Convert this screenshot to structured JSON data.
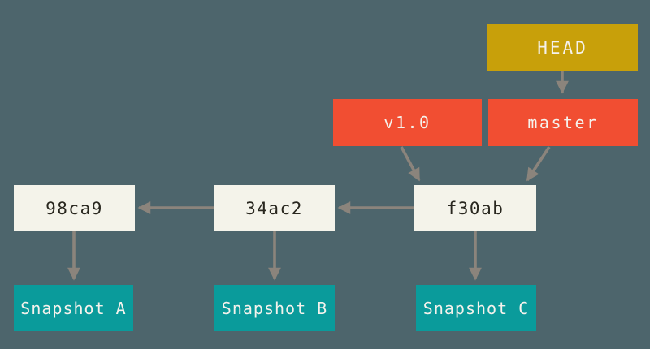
{
  "colors": {
    "background": "#4d656c",
    "head_fill": "#c8a00a",
    "ref_fill": "#f14e32",
    "commit_fill": "#f4f3ea",
    "commit_text": "#29271f",
    "snapshot_fill": "#0a9b9b",
    "label_text": "#f5f2ec",
    "arrow": "#8b847c"
  },
  "diagram": {
    "head": {
      "label": "HEAD"
    },
    "branch": {
      "label": "master"
    },
    "tag": {
      "label": "v1.0"
    },
    "commits": [
      {
        "id": "98ca9"
      },
      {
        "id": "34ac2"
      },
      {
        "id": "f30ab"
      }
    ],
    "snapshots": [
      {
        "label": "Snapshot A"
      },
      {
        "label": "Snapshot B"
      },
      {
        "label": "Snapshot C"
      }
    ],
    "edges": [
      {
        "from": "HEAD",
        "to": "master"
      },
      {
        "from": "v1.0",
        "to": "f30ab"
      },
      {
        "from": "master",
        "to": "f30ab"
      },
      {
        "from": "f30ab",
        "to": "34ac2"
      },
      {
        "from": "34ac2",
        "to": "98ca9"
      },
      {
        "from": "98ca9",
        "to": "Snapshot A"
      },
      {
        "from": "34ac2",
        "to": "Snapshot B"
      },
      {
        "from": "f30ab",
        "to": "Snapshot C"
      }
    ]
  }
}
